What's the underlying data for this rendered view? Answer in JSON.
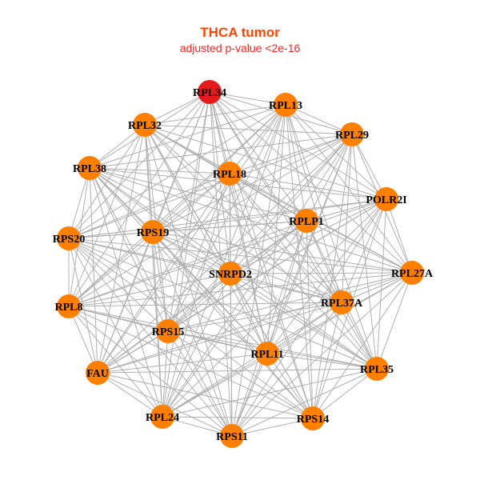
{
  "title": "THCA tumor",
  "subtitle": "adjusted p-value <2e-16",
  "colors": {
    "title": "#FF4500",
    "subtitle": "#FF2020",
    "node": "#FF7F00",
    "highlight": "#E41A1C",
    "edge": "#B0B0B0"
  },
  "nodes": [
    {
      "id": "RPL34",
      "highlight": true
    },
    {
      "id": "RPL13"
    },
    {
      "id": "RPL32"
    },
    {
      "id": "RPL29"
    },
    {
      "id": "RPL38"
    },
    {
      "id": "RPL18"
    },
    {
      "id": "POLR2I"
    },
    {
      "id": "RPLP1"
    },
    {
      "id": "RPS19"
    },
    {
      "id": "RPS20"
    },
    {
      "id": "SNRPD2"
    },
    {
      "id": "RPL27A"
    },
    {
      "id": "RPL8"
    },
    {
      "id": "RPL37A"
    },
    {
      "id": "RPS15"
    },
    {
      "id": "RPL11"
    },
    {
      "id": "RPL35"
    },
    {
      "id": "FAU"
    },
    {
      "id": "RPL24"
    },
    {
      "id": "RPS14"
    },
    {
      "id": "RPS11"
    }
  ]
}
